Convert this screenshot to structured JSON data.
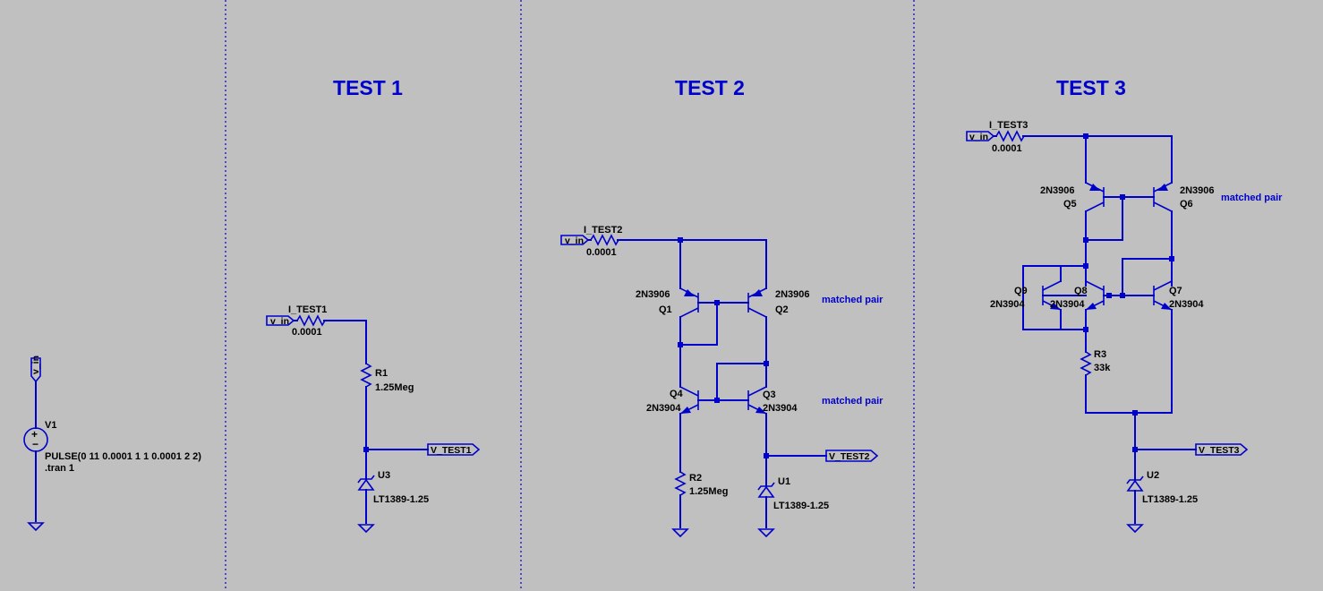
{
  "titles": {
    "test1": "TEST 1",
    "test2": "TEST 2",
    "test3": "TEST 3"
  },
  "source": {
    "ref": "V1",
    "value": "PULSE(0 11 0.0001 1 1 0.0001 2 2)",
    "directive": ".tran 1",
    "net": "v_in"
  },
  "test1": {
    "isrc_name": "I_TEST1",
    "isrc_value": "0.0001",
    "in_net": "v_in",
    "r1_ref": "R1",
    "r1_value": "1.25Meg",
    "u3_ref": "U3",
    "u3_part": "LT1389-1.25",
    "out_net": "V_TEST1"
  },
  "test2": {
    "isrc_name": "I_TEST2",
    "isrc_value": "0.0001",
    "in_net": "v_in",
    "q1_part": "2N3906",
    "q1_ref": "Q1",
    "q2_part": "2N3906",
    "q2_ref": "Q2",
    "q3_ref": "Q3",
    "q3_part": "2N3904",
    "q4_ref": "Q4",
    "q4_part": "2N3904",
    "pair1_note": "matched pair",
    "pair2_note": "matched pair",
    "r2_ref": "R2",
    "r2_value": "1.25Meg",
    "u1_ref": "U1",
    "u1_part": "LT1389-1.25",
    "out_net": "V_TEST2"
  },
  "test3": {
    "isrc_name": "I_TEST3",
    "isrc_value": "0.0001",
    "in_net": "v_in",
    "q5_part": "2N3906",
    "q5_ref": "Q5",
    "q6_part": "2N3906",
    "q6_ref": "Q6",
    "pair_note": "matched pair",
    "q9_ref": "Q9",
    "q9_part": "2N3904",
    "q8_ref": "Q8",
    "q8_part": "2N3904",
    "q7_ref": "Q7",
    "q7_part": "2N3904",
    "r3_ref": "R3",
    "r3_value": "33k",
    "u2_ref": "U2",
    "u2_part": "LT1389-1.25",
    "out_net": "V_TEST3"
  },
  "colors": {
    "background": "#c0c0c0",
    "wire": "#0000cd",
    "text": "#000000"
  }
}
